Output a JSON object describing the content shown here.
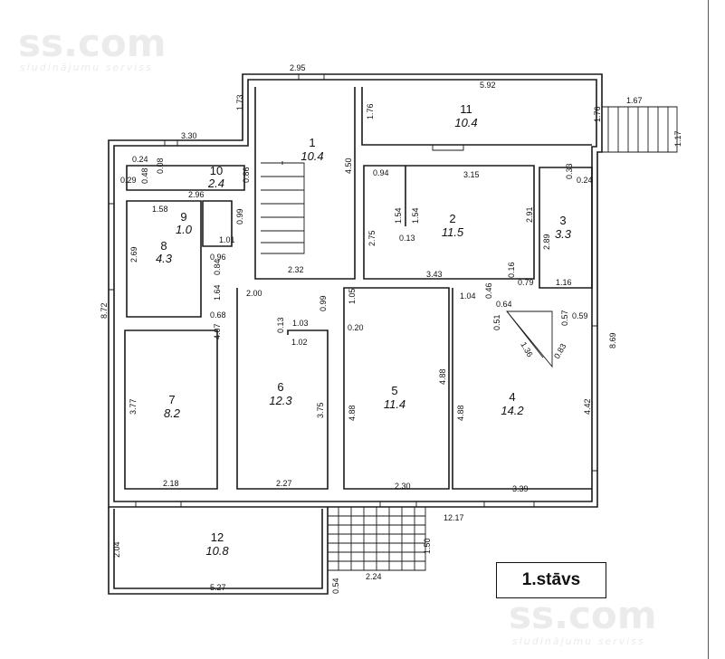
{
  "watermark": {
    "brand": "ss.com",
    "tagline": "sludinājumu serviss"
  },
  "floor_label": "1.stāvs",
  "rooms": [
    {
      "num": "1",
      "area": "10.4"
    },
    {
      "num": "2",
      "area": "11.5"
    },
    {
      "num": "3",
      "area": "3.3"
    },
    {
      "num": "4",
      "area": "14.2"
    },
    {
      "num": "5",
      "area": "11.4"
    },
    {
      "num": "6",
      "area": "12.3"
    },
    {
      "num": "7",
      "area": "8.2"
    },
    {
      "num": "8",
      "area": "4.3"
    },
    {
      "num": "9",
      "area": "1.0"
    },
    {
      "num": "10",
      "area": "2.4"
    },
    {
      "num": "11",
      "area": "10.4"
    },
    {
      "num": "12",
      "area": "10.8"
    }
  ],
  "dimensions": [
    "2.95",
    "5.92",
    "1.73",
    "1.76",
    "1.76",
    "1.67",
    "1.17",
    "3.30",
    "4.50",
    "0.24",
    "0.48",
    "0.08",
    "0.86",
    "0.29",
    "0.94",
    "3.15",
    "0.33",
    "0.24",
    "2.96",
    "1.58",
    "0.99",
    "1.54",
    "1.54",
    "2.91",
    "2.89",
    "0.13",
    "1.01",
    "2.69",
    "2.75",
    "0.96",
    "0.84",
    "2.32",
    "3.43",
    "0.16",
    "0.79",
    "1.16",
    "1.64",
    "2.00",
    "0.99",
    "1.05",
    "1.04",
    "0.46",
    "0.64",
    "8.72",
    "0.68",
    "0.13",
    "1.03",
    "0.20",
    "0.51",
    "0.57",
    "0.59",
    "8.69",
    "4.07",
    "1.02",
    "1.36",
    "0.83",
    "4.88",
    "4.88",
    "3.77",
    "3.75",
    "4.88",
    "4.42",
    "2.18",
    "2.27",
    "2.30",
    "3.39",
    "12.17",
    "2.04",
    "1.50",
    "0.54",
    "2.24",
    "5.27"
  ]
}
